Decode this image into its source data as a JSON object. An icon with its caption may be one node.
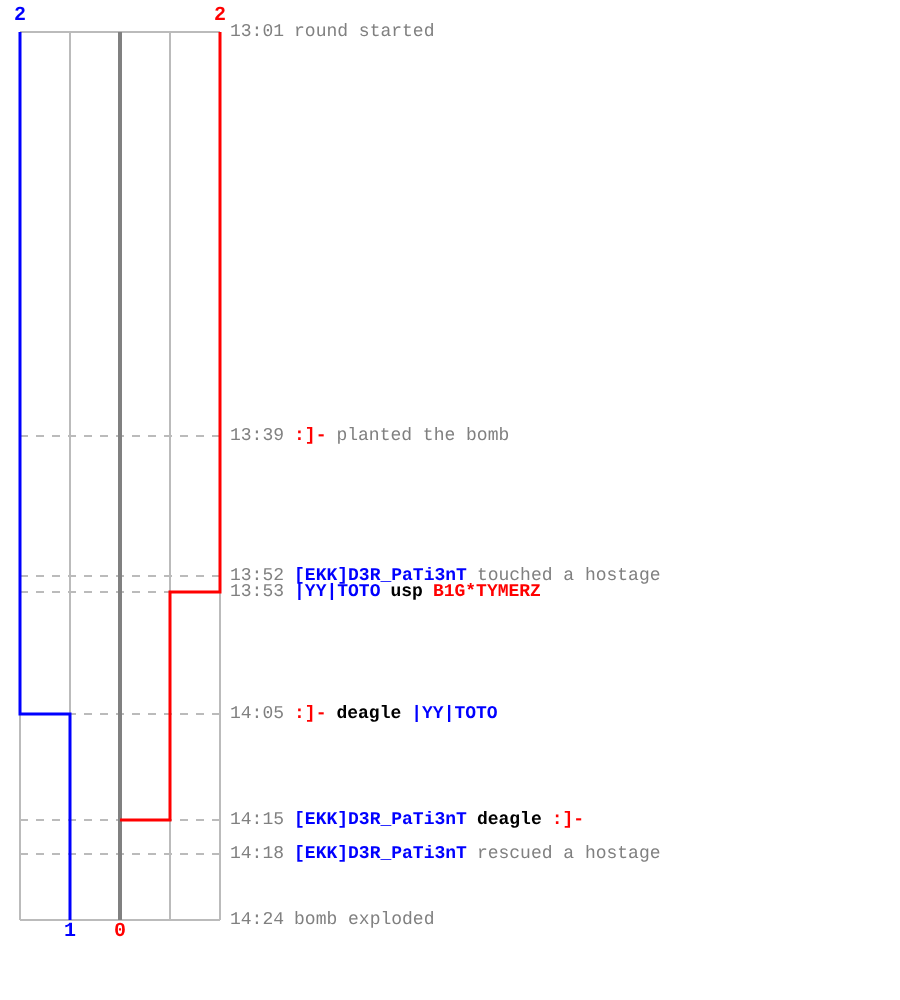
{
  "diagram": {
    "labels": [
      "2",
      "2",
      "13:01",
      "round started",
      "13:39",
      ":]-",
      "planted the bomb",
      "13:52",
      "[EKK]D3R_PaTi3nT",
      "touched a hostage",
      "13:53",
      "|YY|TOTO",
      "usp",
      "B1G*TYMERZ",
      "14:05",
      ":]-",
      "deagle",
      "|YY|TOTO",
      "14:15",
      "[EKK]D3R_PaTi3nT",
      "deagle",
      ":]-",
      "14:18",
      "[EKK]D3R_PaTi3nT",
      "rescued a hostage",
      "14:24",
      "bomb exploded",
      "1",
      "0"
    ]
  }
}
